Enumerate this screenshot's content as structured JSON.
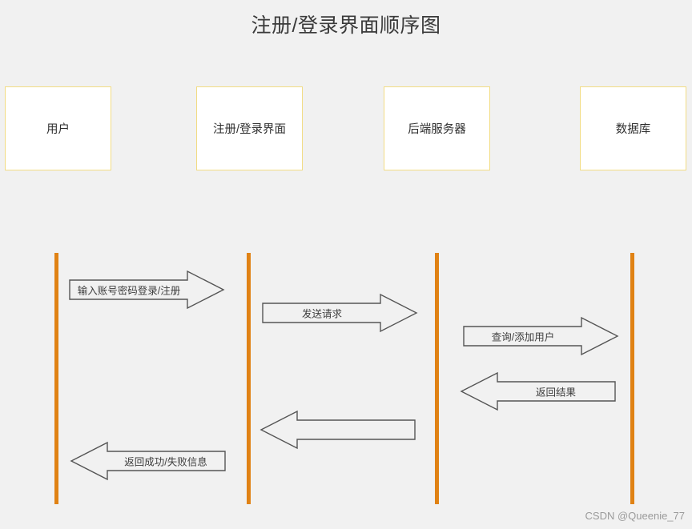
{
  "diagram": {
    "title": "注册/登录界面顺序图",
    "background_color": "#f1f1f1",
    "box_fill_color": "#ffffff",
    "box_border_color": "#f2dc84",
    "lifeline_color": "#e08214",
    "arrow_stroke_color": "#555555",
    "text_color": "#2e2e2e"
  },
  "participants": [
    {
      "label": "用户"
    },
    {
      "label": "注册/登录界面"
    },
    {
      "label": "后端服务器"
    },
    {
      "label": "数据库"
    }
  ],
  "messages": [
    {
      "label": "输入账号密码登录/注册",
      "from": "用户",
      "to": "注册/登录界面",
      "direction": "right"
    },
    {
      "label": "发送请求",
      "from": "注册/登录界面",
      "to": "后端服务器",
      "direction": "right"
    },
    {
      "label": "查询/添加用户",
      "from": "后端服务器",
      "to": "数据库",
      "direction": "right"
    },
    {
      "label": "返回结果",
      "from": "数据库",
      "to": "后端服务器",
      "direction": "left"
    },
    {
      "label": "",
      "from": "后端服务器",
      "to": "注册/登录界面",
      "direction": "left"
    },
    {
      "label": "返回成功/失败信息",
      "from": "注册/登录界面",
      "to": "用户",
      "direction": "left"
    }
  ],
  "watermark": {
    "text": "CSDN @Queenie_77"
  }
}
